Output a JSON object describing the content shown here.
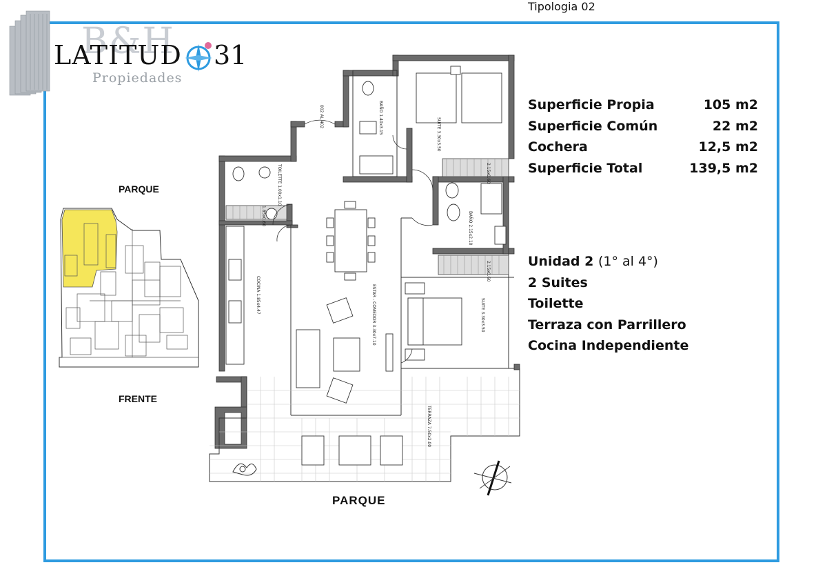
{
  "brand": {
    "logo_bh": "B&H",
    "logo_latitud": "LATITUD",
    "logo_number": "31",
    "logo_sub": "Propiedades"
  },
  "tipologia": {
    "title": "Tipologia 02",
    "specs": [
      {
        "label": "Superficie Propia",
        "value": "105 m2"
      },
      {
        "label": "Superficie Común",
        "value": "22 m2"
      },
      {
        "label": "Cochera",
        "value": "12,5 m2"
      },
      {
        "label": "Superficie Total",
        "value": "139,5 m2"
      }
    ]
  },
  "unidad": {
    "name": "Unidad 2",
    "floors": "(1° al 4°)",
    "features": [
      "2 Suites",
      "Toilette",
      "Terraza con Parrillero",
      "Cocina Independiente"
    ]
  },
  "site_map": {
    "top_label": "PARQUE",
    "bottom_label": "FRENTE",
    "highlight_color": "#f5e65a"
  },
  "plan": {
    "bottom_label": "PARQUE",
    "rooms": [
      {
        "name": "SUITE",
        "dims": "3.30x3.50"
      },
      {
        "name": "BAÑO",
        "dims": "1.40x3.15"
      },
      {
        "name": "002 AL 402",
        "dims": ""
      },
      {
        "name": "TOILETTE",
        "dims": "1.00x1.10"
      },
      {
        "name": "BAÑO",
        "dims": "2.15x2.10"
      },
      {
        "name": "COCINA",
        "dims": "1.85x4.47"
      },
      {
        "name": "ESTAR - COMEDOR",
        "dims": "3.30x7.10"
      },
      {
        "name": "SUITE",
        "dims": "3.30x3.50"
      },
      {
        "name": "TERRAZA",
        "dims": "7.50x2.00"
      }
    ],
    "closets": [
      "2.15x0.60",
      "1.85x0.60",
      "2.15x0.60"
    ],
    "frame_color": "#2e9be0"
  }
}
